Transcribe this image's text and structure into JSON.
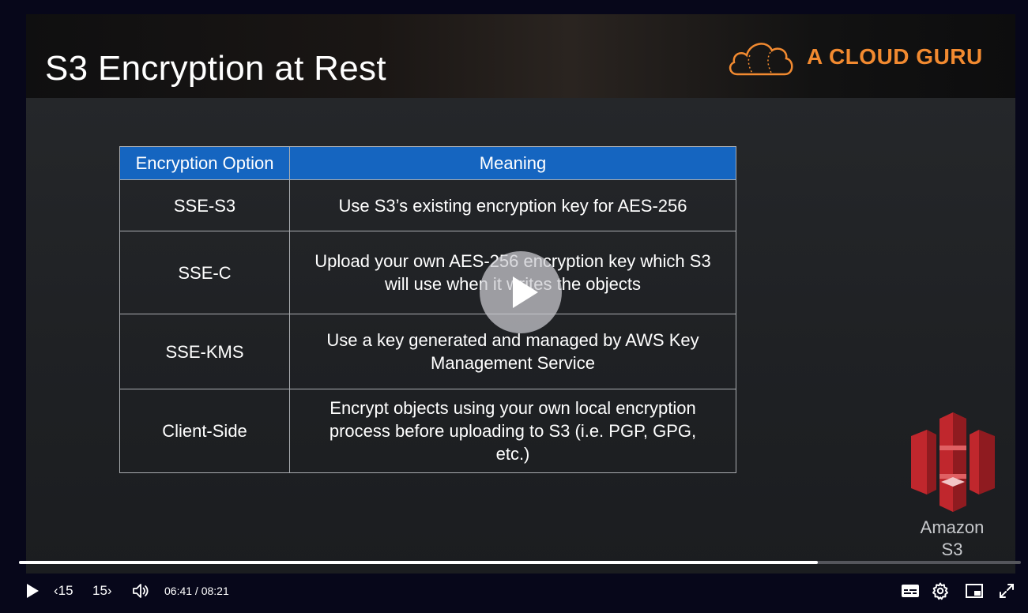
{
  "slide": {
    "title": "S3 Encryption at Rest",
    "brand": "A CLOUD GURU",
    "table": {
      "headers": [
        "Encryption Option",
        "Meaning"
      ],
      "rows": [
        {
          "option": "SSE-S3",
          "meaning": [
            "Use S3’s existing encryption key for AES-256"
          ]
        },
        {
          "option": "SSE-C",
          "meaning": [
            "Upload your own AES-256 encryption key which S3",
            "will use when it writes the objects"
          ]
        },
        {
          "option": "SSE-KMS",
          "meaning": [
            "Use a key generated and managed by AWS Key",
            "Management Service"
          ]
        },
        {
          "option": "Client-Side",
          "meaning": [
            "Encrypt objects using your own local encryption",
            "process before uploading to S3 (i.e. PGP, GPG,",
            "etc.)"
          ]
        }
      ]
    },
    "logo_label_line1": "Amazon",
    "logo_label_line2": "S3"
  },
  "player": {
    "progress": 0.7977,
    "rewind_label": "15",
    "forward_label": "15",
    "current_time": "06:41",
    "duration": "08:21",
    "time_separator": " / ",
    "colors": {
      "accent": "#ffffff",
      "brand": "#f28a30",
      "header": "#1565c0",
      "s3": "#c0272d"
    },
    "icons": [
      "play-icon",
      "rewind-icon",
      "forward-icon",
      "volume-icon",
      "captions-icon",
      "gear-icon",
      "pip-icon",
      "fullscreen-icon"
    ]
  }
}
